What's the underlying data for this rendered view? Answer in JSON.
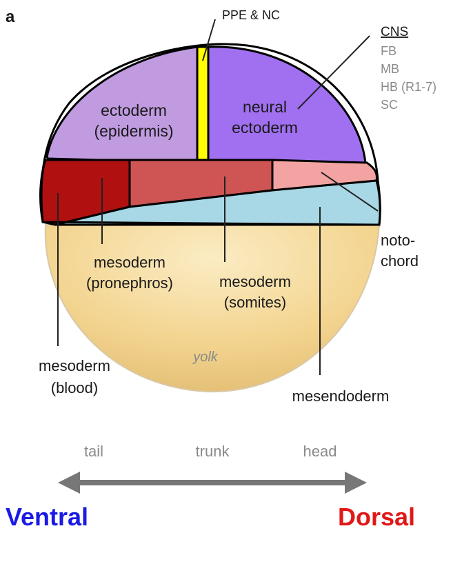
{
  "panel_label": "a",
  "regions": {
    "ppe_nc": "PPE & NC",
    "ectoderm": [
      "ectoderm",
      "(epidermis)"
    ],
    "neural_ectoderm": [
      "neural",
      "ectoderm"
    ],
    "mesoderm_pronephros": [
      "mesoderm",
      "(pronephros)"
    ],
    "mesoderm_somites": [
      "mesoderm",
      "(somites)"
    ],
    "mesoderm_blood": [
      "mesoderm",
      "(blood)"
    ],
    "notochord": [
      "noto-",
      "chord"
    ],
    "mesendoderm": "mesendoderm",
    "yolk": "yolk"
  },
  "cns": {
    "heading": "CNS",
    "items": [
      "FB",
      "MB",
      "HB (R1-7)",
      "SC"
    ]
  },
  "axis": {
    "labels": [
      "tail",
      "trunk",
      "head"
    ],
    "ventral": "Ventral",
    "dorsal": "Dorsal"
  },
  "colors": {
    "ectoderm": "#c09be0",
    "neural_ectoderm": "#a070f0",
    "ppe_nc": "#ffff00",
    "blood": "#b01010",
    "pronephros": "#cf5454",
    "notochord": "#f4a3a3",
    "mesendoderm": "#a8d8e6",
    "yolk": "#f2d08a",
    "ventral": "#1a1ae6",
    "dorsal": "#e01818",
    "arrow": "#777777"
  }
}
